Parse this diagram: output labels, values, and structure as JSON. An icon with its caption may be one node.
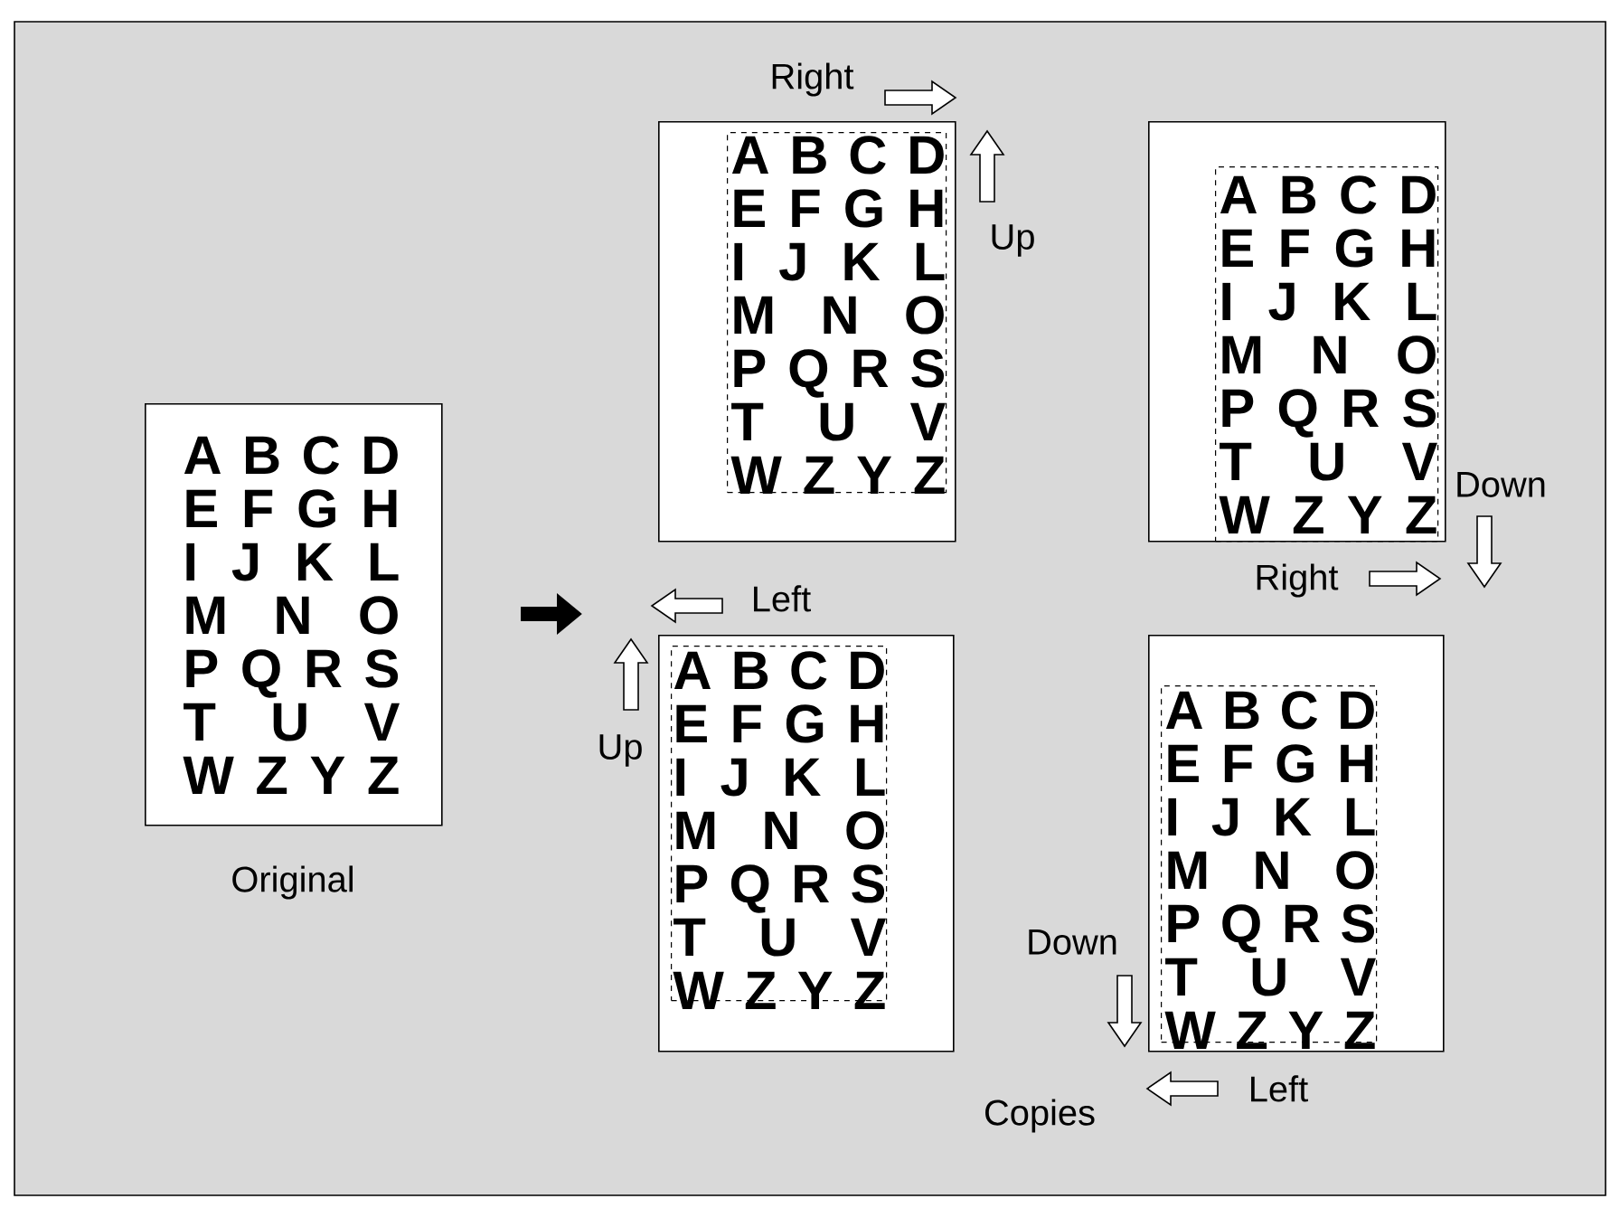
{
  "diagram": {
    "nodes": [
      {
        "text": [
          "A B C D",
          "E F G H",
          "I J K L",
          "M N O",
          "P Q R S",
          "T U V",
          "W Z Y Z"
        ],
        "beside": [
          "Original"
        ]
      },
      {
        "text": [],
        "shape": "box"
      },
      {
        "text": [
          "A B C D",
          "E F G H",
          "I J K L",
          "M N O",
          "P Q R S",
          "T U V",
          "W Z Y Z"
        ],
        "in": 1
      },
      {
        "text": [],
        "shape": "box"
      },
      {
        "text": [
          "A B C D",
          "E F G H",
          "I J K L",
          "M N O",
          "P Q R S",
          "T U V",
          "W Z Y Z"
        ],
        "in": 3
      },
      {
        "text": [],
        "shape": "box"
      },
      {
        "text": [
          "A B C D",
          "E F G H",
          "I J K L",
          "M N O",
          "P Q R S",
          "T U V",
          "W Z Y Z"
        ],
        "in": 5
      },
      {
        "text": [],
        "shape": "box"
      },
      {
        "text": [
          "A B C D",
          "E F G H",
          "I J K L",
          "M N O",
          "P Q R S",
          "T U V",
          "W Z Y Z"
        ],
        "in": 7
      }
    ],
    "labels": [
      "Right",
      "Up",
      "Down",
      "Right",
      "Left",
      "Up",
      "Down",
      "Left",
      "Copies"
    ]
  }
}
